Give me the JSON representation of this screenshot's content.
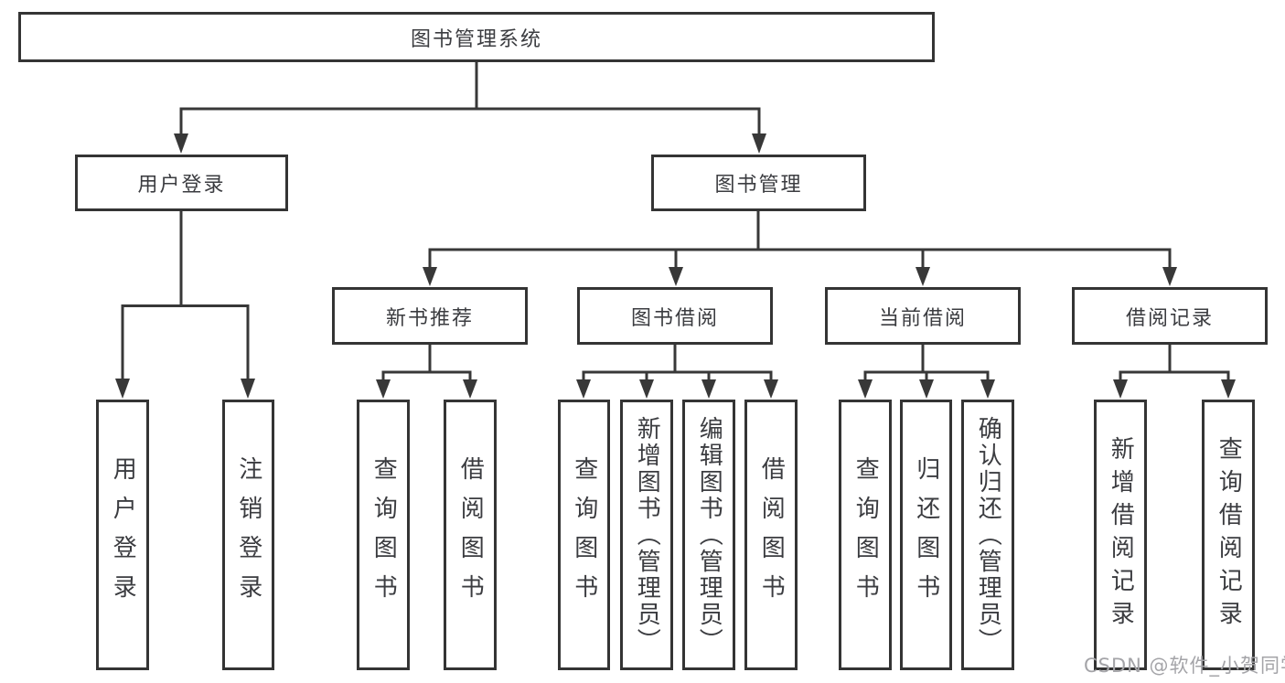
{
  "colors": {
    "line": "#383838",
    "box_border": "#343434",
    "text": "#3b3c40",
    "background": "#ffffff",
    "watermark_text_color": "#a4a4a8"
  },
  "watermark": {
    "text": "CSDN @软件_小贺同学"
  },
  "tree": {
    "root": {
      "label": "图书管理系统"
    },
    "branches": [
      {
        "label": "用户登录",
        "children": [
          {
            "label": "用户登录"
          },
          {
            "label": "注销登录"
          }
        ]
      },
      {
        "label": "图书管理",
        "children": [
          {
            "label": "新书推荐",
            "children": [
              {
                "label": "查询图书"
              },
              {
                "label": "借阅图书"
              }
            ]
          },
          {
            "label": "图书借阅",
            "children": [
              {
                "label": "查询图书"
              },
              {
                "label": "新增图书（管理员）"
              },
              {
                "label": "编辑图书（管理员）"
              },
              {
                "label": "借阅图书"
              }
            ]
          },
          {
            "label": "当前借阅",
            "children": [
              {
                "label": "查询图书"
              },
              {
                "label": "归还图书"
              },
              {
                "label": "确认归还（管理员）"
              }
            ]
          },
          {
            "label": "借阅记录",
            "children": [
              {
                "label": "新增借阅记录"
              },
              {
                "label": "查询借阅记录"
              }
            ]
          }
        ]
      }
    ]
  }
}
